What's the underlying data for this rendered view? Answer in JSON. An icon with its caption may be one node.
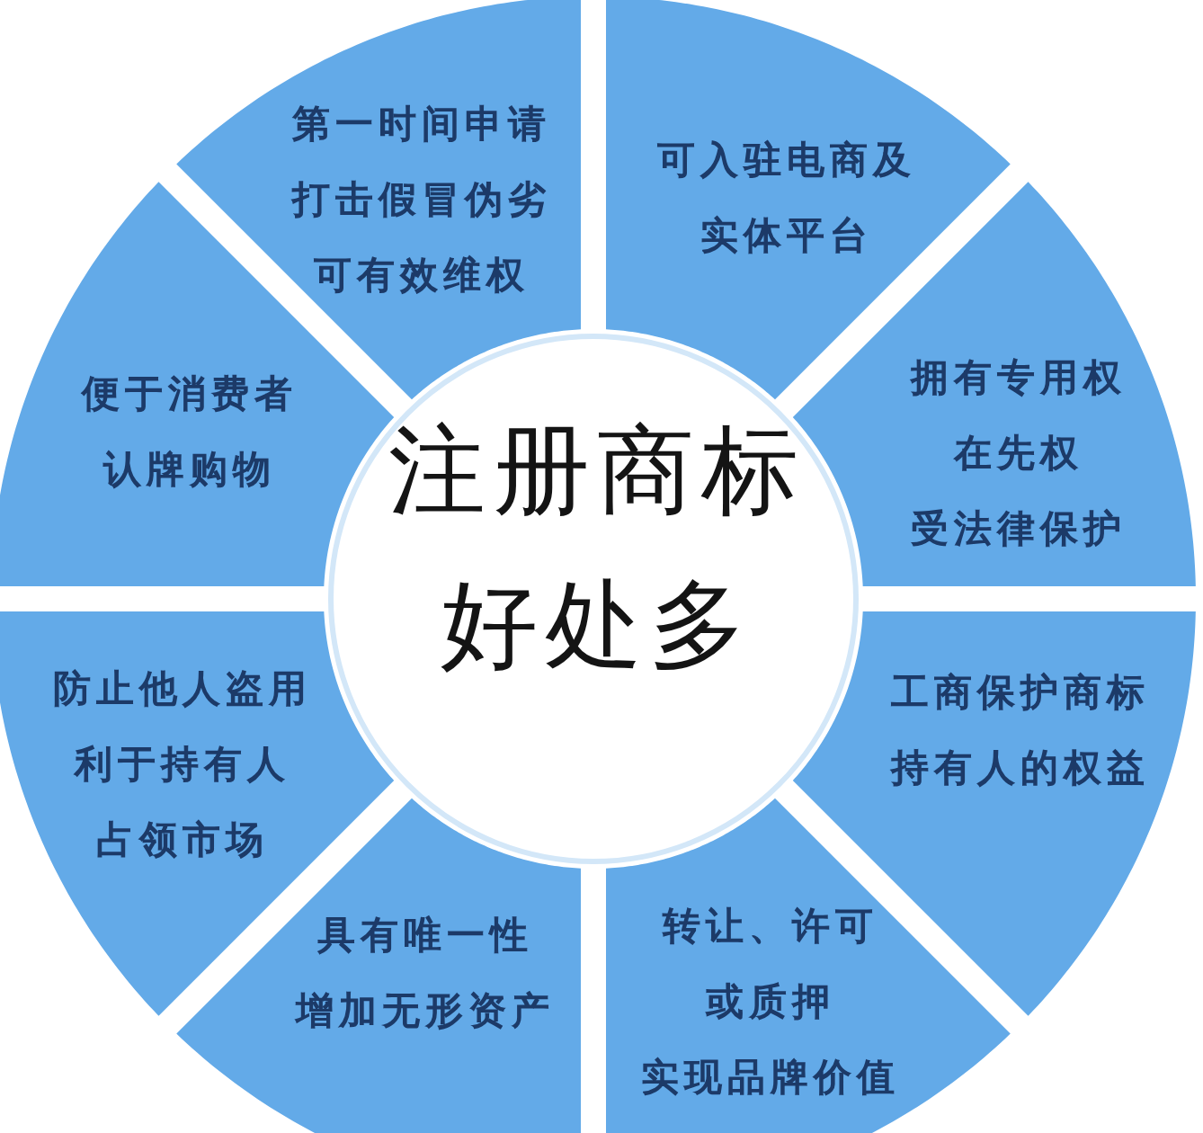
{
  "diagram": {
    "nodes": [
      {
        "text": [
          "注册商标好处多"
        ]
      },
      {
        "text": [
          "第一时间申请打击假冒伪劣可有效维权"
        ]
      },
      {
        "text": [
          "可入驻电商及实体平台"
        ]
      },
      {
        "text": [
          "拥有专用权在先权受法律保护"
        ]
      },
      {
        "text": [
          "工商保护商标持有人的权益"
        ]
      },
      {
        "text": [
          "转让、许可或质押实现品牌价值"
        ]
      },
      {
        "text": [
          "具有唯一性增加无形资产"
        ]
      },
      {
        "text": [
          "防止他人盗用利于持有人占领市场"
        ]
      },
      {
        "text": [
          "便于消费者认牌购物"
        ]
      }
    ]
  }
}
